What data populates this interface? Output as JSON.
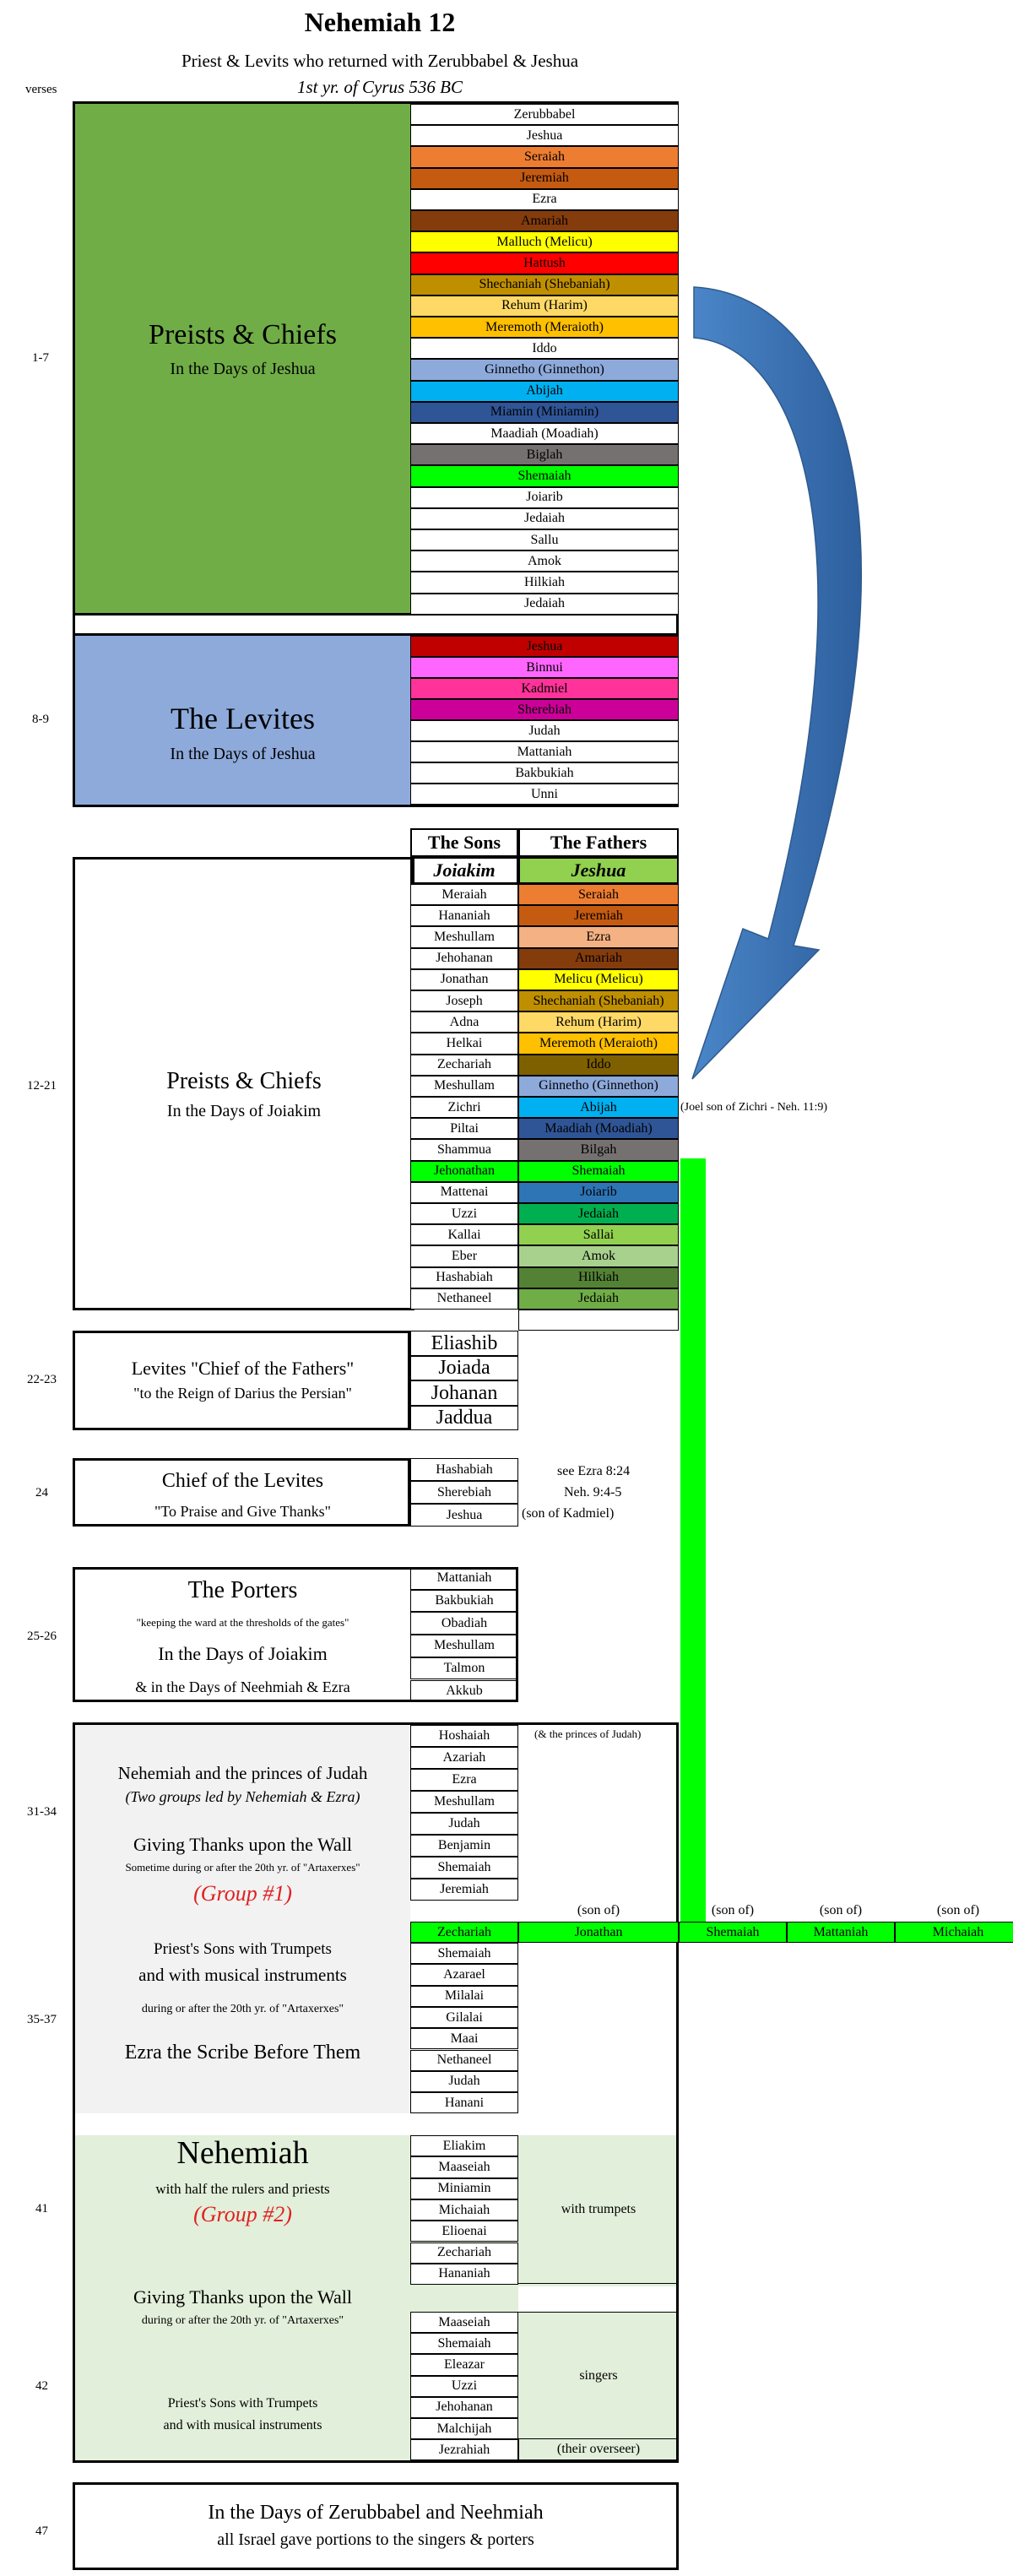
{
  "header": {
    "title": "Nehemiah 12",
    "subtitle": "Priest & Levits who returned with Zerubbabel & Jeshua",
    "date_line": "1st yr. of Cyrus 536 BC",
    "verses_label": "verses"
  },
  "verse_labels": [
    "1-7",
    "8-9",
    "12-21",
    "22-23",
    "24",
    "25-26",
    "31-34",
    "35-37",
    "41",
    "42",
    "47"
  ],
  "section1": {
    "title": "Preists & Chiefs",
    "sub": "In the Days of Jeshua",
    "names": [
      {
        "n": "Zerubbabel",
        "c": "#ffffff"
      },
      {
        "n": "Jeshua",
        "c": "#ffffff"
      },
      {
        "n": "Seraiah",
        "c": "#ed7d31"
      },
      {
        "n": "Jeremiah",
        "c": "#c55a11"
      },
      {
        "n": "Ezra",
        "c": "#ffffff"
      },
      {
        "n": "Amariah",
        "c": "#843c0c"
      },
      {
        "n": "Malluch (Melicu)",
        "c": "#ffff00"
      },
      {
        "n": "Hattush",
        "c": "#ff0000"
      },
      {
        "n": "Shechaniah (Shebaniah)",
        "c": "#bf8f00"
      },
      {
        "n": "Rehum (Harim)",
        "c": "#ffd966"
      },
      {
        "n": "Meremoth (Meraioth)",
        "c": "#ffc000"
      },
      {
        "n": "Iddo",
        "c": "#ffffff"
      },
      {
        "n": "Ginnetho (Ginnethon)",
        "c": "#8eaadb"
      },
      {
        "n": "Abijah",
        "c": "#00b0f0"
      },
      {
        "n": "Miamin (Miniamin)",
        "c": "#2f5597"
      },
      {
        "n": "Maadiah (Moadiah)",
        "c": "#ffffff"
      },
      {
        "n": "Biglah",
        "c": "#767171"
      },
      {
        "n": "Shemaiah",
        "c": "#00ff00"
      },
      {
        "n": "Joiarib",
        "c": "#ffffff"
      },
      {
        "n": "Jedaiah",
        "c": "#ffffff"
      },
      {
        "n": "Sallu",
        "c": "#ffffff"
      },
      {
        "n": "Amok",
        "c": "#ffffff"
      },
      {
        "n": "Hilkiah",
        "c": "#ffffff"
      },
      {
        "n": "Jedaiah",
        "c": "#ffffff"
      }
    ]
  },
  "section2": {
    "title": "The Levites",
    "sub": "In the Days of Jeshua",
    "names": [
      {
        "n": "Jeshua",
        "c": "#c00000"
      },
      {
        "n": "Binnui",
        "c": "#ff66ff"
      },
      {
        "n": "Kadmiel",
        "c": "#ff3399"
      },
      {
        "n": "Sherebiah",
        "c": "#cc0099"
      },
      {
        "n": "Judah",
        "c": "#ffffff"
      },
      {
        "n": "Mattaniah",
        "c": "#ffffff"
      },
      {
        "n": "Bakbukiah",
        "c": "#ffffff"
      },
      {
        "n": "Unni",
        "c": "#ffffff"
      }
    ]
  },
  "section3": {
    "title": "Preists & Chiefs",
    "sub": "In the Days of Joiakim",
    "sons_header": "The Sons",
    "fathers_header": "The Fathers",
    "joiakim": "Joiakim",
    "jeshua": "Jeshua",
    "jeshua_color": "#92d050",
    "rows": [
      {
        "s": "Meraiah",
        "sc": "#ffffff",
        "f": "Seraiah",
        "fc": "#ed7d31"
      },
      {
        "s": "Hananiah",
        "sc": "#ffffff",
        "f": "Jeremiah",
        "fc": "#c55a11"
      },
      {
        "s": "Meshullam",
        "sc": "#ffffff",
        "f": "Ezra",
        "fc": "#f4b183"
      },
      {
        "s": "Jehohanan",
        "sc": "#ffffff",
        "f": "Amariah",
        "fc": "#843c0c"
      },
      {
        "s": "Jonathan",
        "sc": "#ffffff",
        "f": "Melicu (Melicu)",
        "fc": "#ffff00"
      },
      {
        "s": "Joseph",
        "sc": "#ffffff",
        "f": "Shechaniah (Shebaniah)",
        "fc": "#bf8f00"
      },
      {
        "s": "Adna",
        "sc": "#ffffff",
        "f": "Rehum (Harim)",
        "fc": "#ffd966"
      },
      {
        "s": "Helkai",
        "sc": "#ffffff",
        "f": "Meremoth (Meraioth)",
        "fc": "#ffc000"
      },
      {
        "s": "Zechariah",
        "sc": "#ffffff",
        "f": "Iddo",
        "fc": "#7f6000"
      },
      {
        "s": "Meshullam",
        "sc": "#ffffff",
        "f": "Ginnetho (Ginnethon)",
        "fc": "#8eaadb"
      },
      {
        "s": "Zichri",
        "sc": "#ffffff",
        "f": "Abijah",
        "fc": "#00b0f0"
      },
      {
        "s": "Piltai",
        "sc": "#ffffff",
        "f": "Maadiah (Moadiah)",
        "fc": "#2f5597"
      },
      {
        "s": "Shammua",
        "sc": "#ffffff",
        "f": "Bilgah",
        "fc": "#767171"
      },
      {
        "s": "Jehonathan",
        "sc": "#00ff00",
        "f": "Shemaiah",
        "fc": "#00ff00"
      },
      {
        "s": "Mattenai",
        "sc": "#ffffff",
        "f": "Joiarib",
        "fc": "#2e75b6"
      },
      {
        "s": "Uzzi",
        "sc": "#ffffff",
        "f": "Jedaiah",
        "fc": "#00b050"
      },
      {
        "s": "Kallai",
        "sc": "#ffffff",
        "f": "Sallai",
        "fc": "#92d050"
      },
      {
        "s": "Eber",
        "sc": "#ffffff",
        "f": "Amok",
        "fc": "#a9d18e"
      },
      {
        "s": "Hashabiah",
        "sc": "#ffffff",
        "f": "Hilkiah",
        "fc": "#548235"
      },
      {
        "s": "Nethaneel",
        "sc": "#ffffff",
        "f": "Jedaiah",
        "fc": "#70ad47"
      }
    ],
    "zichri_note": "(Joel son of Zichri - Neh. 11:9)"
  },
  "section4": {
    "title": "Levites \"Chief of the Fathers\"",
    "sub": "\"to the Reign of Darius the Persian\"",
    "names": [
      "Eliashib",
      "Joiada",
      "Johanan",
      "Jaddua"
    ]
  },
  "section5": {
    "title": "Chief of the Levites",
    "sub": "\"To Praise and Give Thanks\"",
    "names": [
      "Hashabiah",
      "Sherebiah",
      "Jeshua"
    ],
    "note1": "see Ezra 8:24",
    "note2": "Neh. 9:4-5",
    "note3": "(son of Kadmiel)"
  },
  "section6": {
    "title": "The Porters",
    "line1": "\"keeping the ward at the thresholds of the gates\"",
    "line2": "In the Days of Joiakim",
    "line3": "& in the Days of Neehmiah & Ezra",
    "names": [
      "Mattaniah",
      "Bakbukiah",
      "Obadiah",
      "Meshullam",
      "Talmon",
      "Akkub"
    ]
  },
  "section7": {
    "t1": "Nehemiah and the princes of Judah",
    "t2": "(Two groups led by Nehemiah & Ezra)",
    "t3": "Giving Thanks upon the Wall",
    "t4": "Sometime during or after the 20th yr. of \"Artaxerxes\"",
    "t5": "(Group #1)",
    "t6": "Priest's Sons with Trumpets",
    "t7": "and with musical instruments",
    "t8": "during or after the 20th yr. of \"Artaxerxes\"",
    "t9": "Ezra the Scribe Before Them",
    "princes_note": "(& the princes of Judah)",
    "names_a": [
      "Hoshaiah",
      "Azariah",
      "Ezra",
      "Meshullam",
      "Judah",
      "Benjamin",
      "Shemaiah",
      "Jeremiah"
    ],
    "zech": "Zechariah",
    "names_b": [
      "Shemaiah",
      "Azarael",
      "Milalai",
      "Gilalai",
      "Maai",
      "Nethaneel",
      "Judah",
      "Hanani"
    ],
    "chain": [
      "Jonathan",
      "Shemaiah",
      "Mattaniah",
      "Michaiah"
    ],
    "son_of": "(son of)"
  },
  "section8": {
    "title": "Nehemiah",
    "t2": "with half the rulers and priests",
    "t3": "(Group #2)",
    "t4": "Giving Thanks upon the Wall",
    "t5": "during or after the 20th yr. of \"Artaxerxes\"",
    "t6": "Priest's Sons with Trumpets",
    "t7": "and with musical instruments",
    "names_a": [
      "Eliakim",
      "Maaseiah",
      "Miniamin",
      "Michaiah",
      "Elioenai",
      "Zechariah",
      "Hananiah"
    ],
    "trumpets": "with trumpets",
    "names_b": [
      "Maaseiah",
      "Shemaiah",
      "Eleazar",
      "Uzzi",
      "Jehohanan",
      "Malchijah",
      "Jezrahiah"
    ],
    "singers": "singers",
    "overseer": "(their overseer)"
  },
  "section9": {
    "t1": "In the Days of Zerubbabel and Neehmiah",
    "t2": "all Israel gave portions to the singers & porters"
  },
  "colors": {
    "green_block": "#70ad47",
    "blue_block": "#8eaadb",
    "grey_block": "#f2f2f2",
    "light_green": "#e2efda",
    "bright_green": "#00ff00",
    "arrow": "#4472c4"
  }
}
